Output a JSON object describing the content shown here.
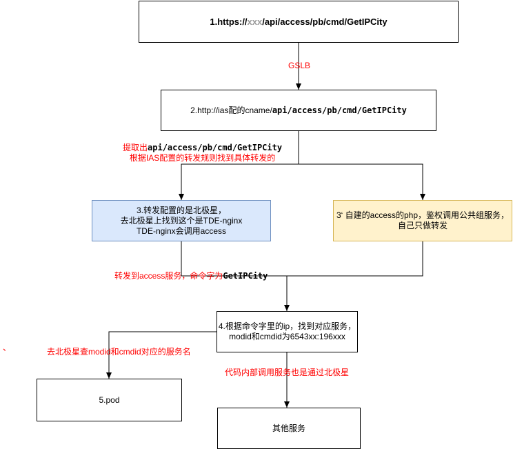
{
  "diagram": {
    "node1": {
      "prefix": "1.https://",
      "masked": "xxx",
      "suffix": "/api/access/pb/cmd/GetIPCity"
    },
    "edge_gslb": "GSLB",
    "node2": {
      "prefix": "2.http://ias配的cname/",
      "path": "api/access/pb/cmd/GetIPCity"
    },
    "edge_extract": {
      "line1_prefix": "提取出",
      "line1_path": "api/access/pb/cmd/GetIPCity",
      "line2": "根据IAS配置的转发规则找到具体转发的"
    },
    "node3": {
      "line1": "3.转发配置的是北极星，",
      "line2": "去北极星上找到这个是TDE-nginx",
      "line3": "TDE-nginx会调用access"
    },
    "node3b": {
      "line1": "3‘ 自建的access的php，鉴权调用公共组服务，",
      "line2": "自己只做转发"
    },
    "edge_forward": {
      "prefix": "转发到access服务，命令字为",
      "cmd": "GetIPCity"
    },
    "node4": {
      "line1": "4.根据命令字里的ip，找到对应服务，",
      "line2": "modid和cmdid为6543xx:196xxx"
    },
    "edge_polaris": "去北极星查modid和cmdid对应的服务名",
    "stray_mark": "、",
    "edge_internal": "代码内部调用服务也是通过北极星",
    "node5": "5.pod",
    "node6": "其他服务"
  }
}
